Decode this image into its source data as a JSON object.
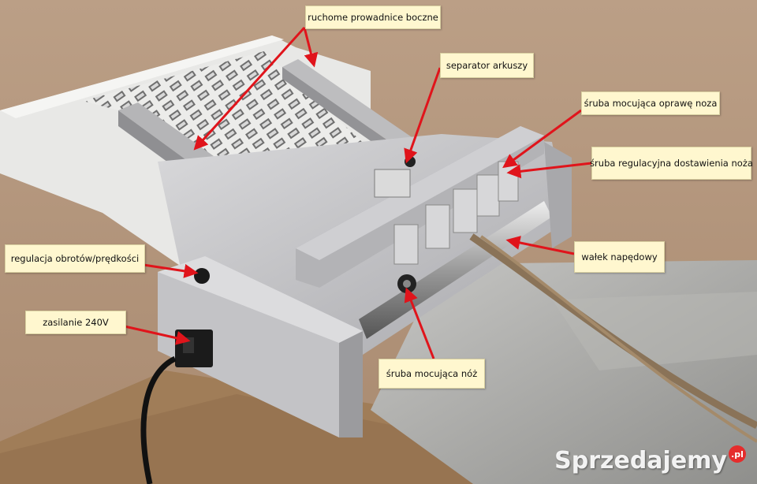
{
  "callouts": {
    "side_guides": "ruchome prowadnice boczne",
    "sheet_separator": "separator arkuszy",
    "knife_mount_screw": "śruba mocująca oprawę noza",
    "knife_adjust_screw": "śruba regulacyjna dostawienia noża",
    "speed_control": "regulacja obrotów/prędkości",
    "power": "zasilanie 240V",
    "drive_roller": "wałek napędowy",
    "knife_screw": "śruba mocująca nóż"
  },
  "watermark": {
    "brand": "Sprzedajemy",
    "tld": ".pl"
  },
  "colors": {
    "wall": "#b89a80",
    "machine": "#c9c9cb",
    "arrow": "#e0141b",
    "callout_bg": "#fff7cf"
  }
}
